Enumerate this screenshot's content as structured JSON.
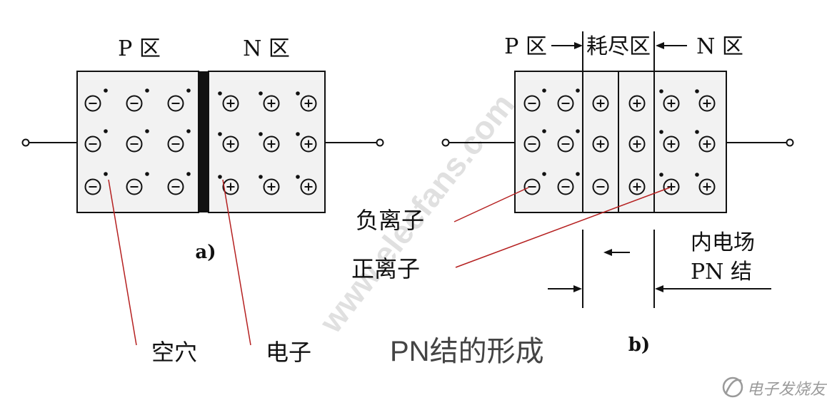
{
  "diagram_a": {
    "p_label": "P 区",
    "n_label": "N 区",
    "caption": "a)",
    "minus_sign": "−",
    "plus_sign": "+"
  },
  "diagram_b": {
    "p_label": "P 区",
    "depletion_label": "耗尽区",
    "n_label": "N 区",
    "caption": "b)",
    "inner_field_label": "内电场",
    "pn_junction_label": "PN 结"
  },
  "annotations": {
    "hole": "空穴",
    "electron": "电子",
    "negative_ion": "负离子",
    "positive_ion": "正离子"
  },
  "title": "PN结的形成",
  "watermark": {
    "brand": "电子发烧友",
    "site": "www.elecfans.com"
  },
  "colors": {
    "ink": "#111111",
    "fill": "#f2f2f2",
    "leader": "#b52020",
    "watermark": "#c8c8c8",
    "logo": "#9a9a9a"
  }
}
